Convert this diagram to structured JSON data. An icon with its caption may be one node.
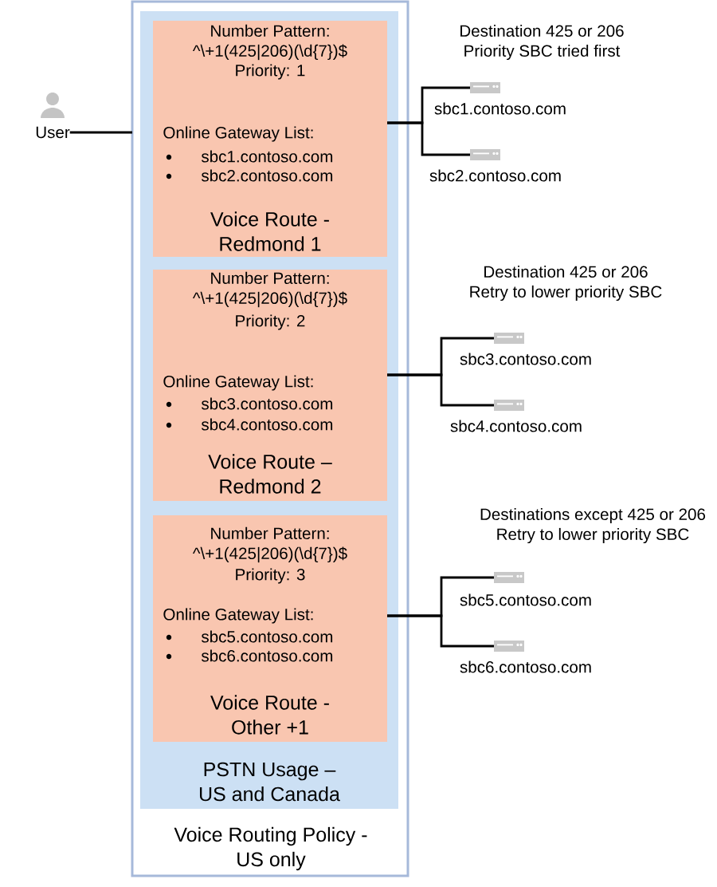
{
  "diagram": {
    "nodes": [
      {
        "text": [
          "User"
        ]
      },
      {
        "text": [
          "Voice Routing Policy - US only"
        ]
      },
      {
        "text": [
          "PSTN Usage – US and Canada"
        ],
        "in": 1
      },
      {
        "text": [
          "Number Pattern: ^\\+1(425|206)(\\d{7})$",
          "Priority: 1",
          "Online Gateway List:",
          "sbc1.contoso.com",
          "sbc2.contoso.com",
          "Voice Route - Redmond 1"
        ],
        "in": 2
      },
      {
        "text": [
          "Number Pattern: ^\\+1(425|206)(\\d{7})$",
          "Priority: 2",
          "Online Gateway List:",
          "sbc3.contoso.com",
          "sbc4.contoso.com",
          "Voice Route – Redmond 2"
        ],
        "in": 2
      },
      {
        "text": [
          "Number Pattern: ^\\+1(425|206)(\\d{7})$",
          "Priority: 3",
          "Online Gateway List:",
          "sbc5.contoso.com",
          "sbc6.contoso.com",
          "Voice Route - Other +1"
        ],
        "in": 2
      },
      {
        "text": [],
        "shape": "server",
        "beside": [
          "sbc1.contoso.com"
        ]
      },
      {
        "text": [],
        "shape": "server",
        "beside": [
          "sbc2.contoso.com"
        ]
      },
      {
        "text": [],
        "shape": "server",
        "beside": [
          "sbc3.contoso.com"
        ]
      },
      {
        "text": [],
        "shape": "server",
        "beside": [
          "sbc4.contoso.com"
        ]
      },
      {
        "text": [],
        "shape": "server",
        "beside": [
          "sbc5.contoso.com"
        ]
      },
      {
        "text": [],
        "shape": "server",
        "beside": [
          "sbc6.contoso.com"
        ]
      }
    ],
    "edges": [
      {
        "from": 0,
        "to": 1,
        "arrow": "none"
      },
      {
        "from": 3,
        "to": 6,
        "arrow": "none"
      },
      {
        "from": 3,
        "to": 7,
        "arrow": "none"
      },
      {
        "from": 4,
        "to": 8,
        "arrow": "none"
      },
      {
        "from": 4,
        "to": 9,
        "arrow": "none"
      },
      {
        "from": 5,
        "to": 10,
        "arrow": "none"
      },
      {
        "from": 5,
        "to": 11,
        "arrow": "none"
      }
    ],
    "labels": [
      "Destination 425 or 206 Priority SBC tried first",
      "Destination 425 or 206 Retry to lower priority SBC",
      "Destinations except 425 or 206 Retry to lower priority SBC"
    ]
  }
}
